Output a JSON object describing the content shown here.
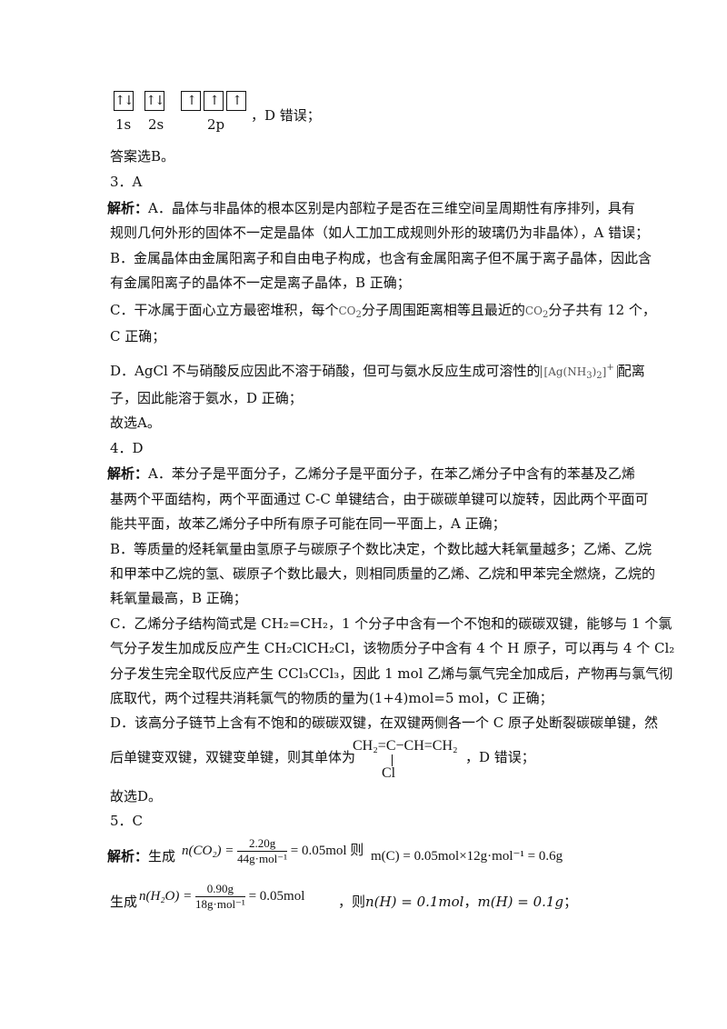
{
  "orbital": {
    "box1": "↑↓",
    "box2": "↑↓",
    "box3": "↑",
    "box4": "↑",
    "box5": "↑",
    "label1s": "1s",
    "label2s": "2s",
    "label2p": "2p",
    "tail": "，D 错误；"
  },
  "lines": {
    "l01": "答案选B。",
    "l02": "3．A",
    "l03_head": "解析：",
    "l03": "A．晶体与非晶体的根本区别是内部粒子是否在三维空间呈周期性有序排列，具有",
    "l04": "规则几何外形的固体不一定是晶体（如人工加工成规则外形的玻璃仍为非晶体），A 错误；",
    "l05": "B．金属晶体由金属阳离子和自由电子构成，也含有金属阳离子但不属于离子晶体，因此含",
    "l06": "有金属阳离子的晶体不一定是离子晶体，B 正确；",
    "l07a": "C．干冰属于面心立方最密堆积，每个",
    "l07b": "分子周围距离相等且最近的",
    "l07c": "分子共有 12 个，",
    "co2": "CO",
    "co2sub": "2",
    "l08": "C 正确；",
    "l09a": "D．AgCl 不与硝酸反应因此不溶于硝酸，但可与氨水反应生成可溶性的",
    "l09b": "配离",
    "agnh3": "Ag(NH",
    "agnh3sub": "3",
    "agnh3close": ")",
    "agnh3sub2": "2",
    "agnh3sup": "+",
    "l10": "子，因此能溶于氨水，D 正确；",
    "l11": "故选A。",
    "l12": "4．D",
    "l13_head": "解析：",
    "l13": "A．苯分子是平面分子，乙烯分子是平面分子，在苯乙烯分子中含有的苯基及乙烯",
    "l14": "基两个平面结构，两个平面通过 C-C 单键结合，由于碳碳单键可以旋转，因此两个平面可",
    "l15": "能共平面，故苯乙烯分子中所有原子可能在同一平面上，A 正确；",
    "l16": "B．等质量的烃耗氧量由氢原子与碳原子个数比决定，个数比越大耗氧量越多；乙烯、乙烷",
    "l17": "和甲苯中乙烷的氢、碳原子个数比最大，则相同质量的乙烯、乙烷和甲苯完全燃烧，乙烷的",
    "l18": "耗氧量最高，B 正确；",
    "l19": "C．乙烯分子结构简式是 CH₂=CH₂，1 个分子中含有一个不饱和的碳碳双键，能够与 1 个氯",
    "l20": "气分子发生加成反应产生 CH₂ClCH₂Cl，该物质分子中含有 4 个 H 原子，可以再与 4 个 Cl₂",
    "l21": "分子发生完全取代反应产生 CCl₃CCl₃，因此 1 mol 乙烯与氯气完全加成后，产物再与氯气彻",
    "l22": "底取代，两个过程共消耗氯气的物质的量为(1+4)mol=5 mol，C 正确；",
    "l23": "D．该高分子链节上含有不饱和的碳碳双键，在双键两侧各一个 C 原子处断裂碳碳单键，然",
    "l24a": "后单键变双键，双键变单键，则其单体为",
    "monomer_top": "CH₂=C−CH=CH₂",
    "monomer_cl": "Cl",
    "l24b": "，D 错误；",
    "l25": "故选D。",
    "l26": "5．C",
    "l27_head": "解析：",
    "l27a": "生成",
    "l27_lhs": "n(CO₂) =",
    "l27_num": "2.20g",
    "l27_den": "44g·mol⁻¹",
    "l27_rhs": "= 0.05mol 则",
    "l27_m": "m(C) = 0.05mol×12g·mol⁻¹ = 0.6g",
    "l28a": "生成",
    "l28_lhs": "n(H₂O) =",
    "l28_num": "0.90g",
    "l28_den": "18g·mol⁻¹",
    "l28_rhs": "= 0.05mol",
    "l28b": "，则",
    "l28_nh": "n(H) = 0.1mol",
    "l28c": "，",
    "l28_mh": "m(H) = 0.1g",
    "l28d": "；"
  }
}
